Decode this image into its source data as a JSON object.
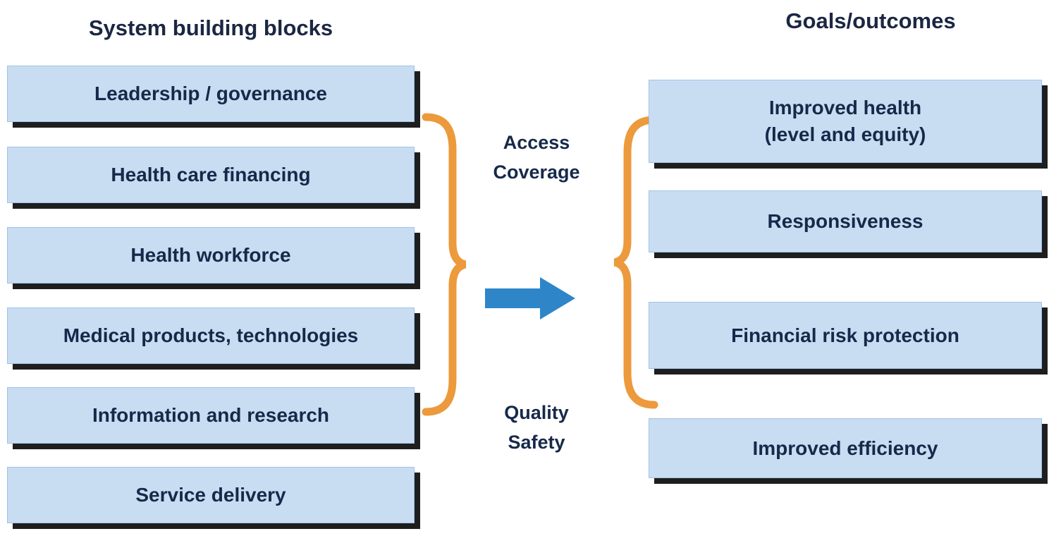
{
  "titles": {
    "left": "System building blocks",
    "right": "Goals/outcomes"
  },
  "building_blocks": [
    {
      "label": "Leadership / governance"
    },
    {
      "label": "Health care financing"
    },
    {
      "label": "Health workforce"
    },
    {
      "label": "Medical products, technologies"
    },
    {
      "label": "Information and research"
    },
    {
      "label": "Service delivery"
    }
  ],
  "goals": [
    {
      "label": "Improved health\n(level and equity)"
    },
    {
      "label": "Responsiveness"
    },
    {
      "label": "Financial risk protection"
    },
    {
      "label": "Improved efficiency"
    }
  ],
  "middle_labels": {
    "top": "Access\nCoverage",
    "bottom": "Quality\nSafety"
  },
  "colors": {
    "box_fill": "#c9ddf2",
    "box_border": "#9ec3e6",
    "box_shadow": "#1e1e1e",
    "brace_orange": "#ec9a3c",
    "arrow_blue": "#2e86c8",
    "text_dark": "#16294a"
  }
}
